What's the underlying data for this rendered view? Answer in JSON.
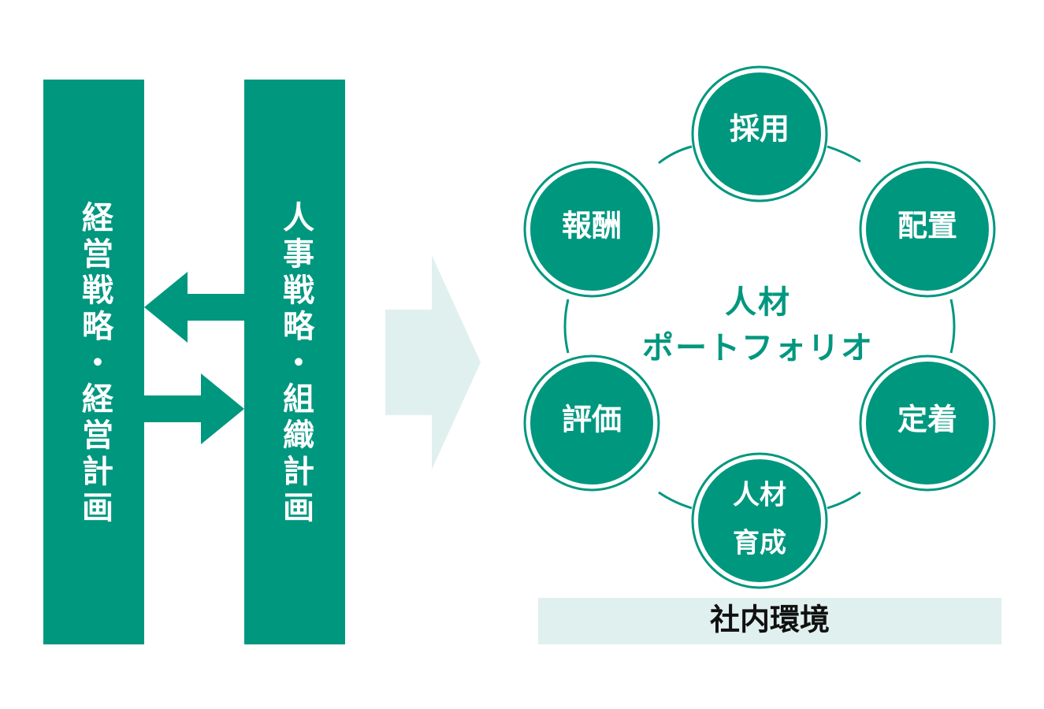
{
  "colors": {
    "primary": "#00977f",
    "light": "#e0f0ee",
    "ring": "#00977f",
    "env_text": "#111111"
  },
  "left_column": {
    "label": "経営戦略・経営計画"
  },
  "right_column": {
    "label": "人事戦略・組織計画"
  },
  "portfolio": {
    "center_line1": "人材",
    "center_line2": "ポートフォリオ",
    "nodes": {
      "hiring": "採用",
      "placement": "配置",
      "retention": "定着",
      "development_line1": "人材",
      "development_line2": "育成",
      "evaluation": "評価",
      "compensation": "報酬"
    },
    "environment": "社内環境"
  }
}
